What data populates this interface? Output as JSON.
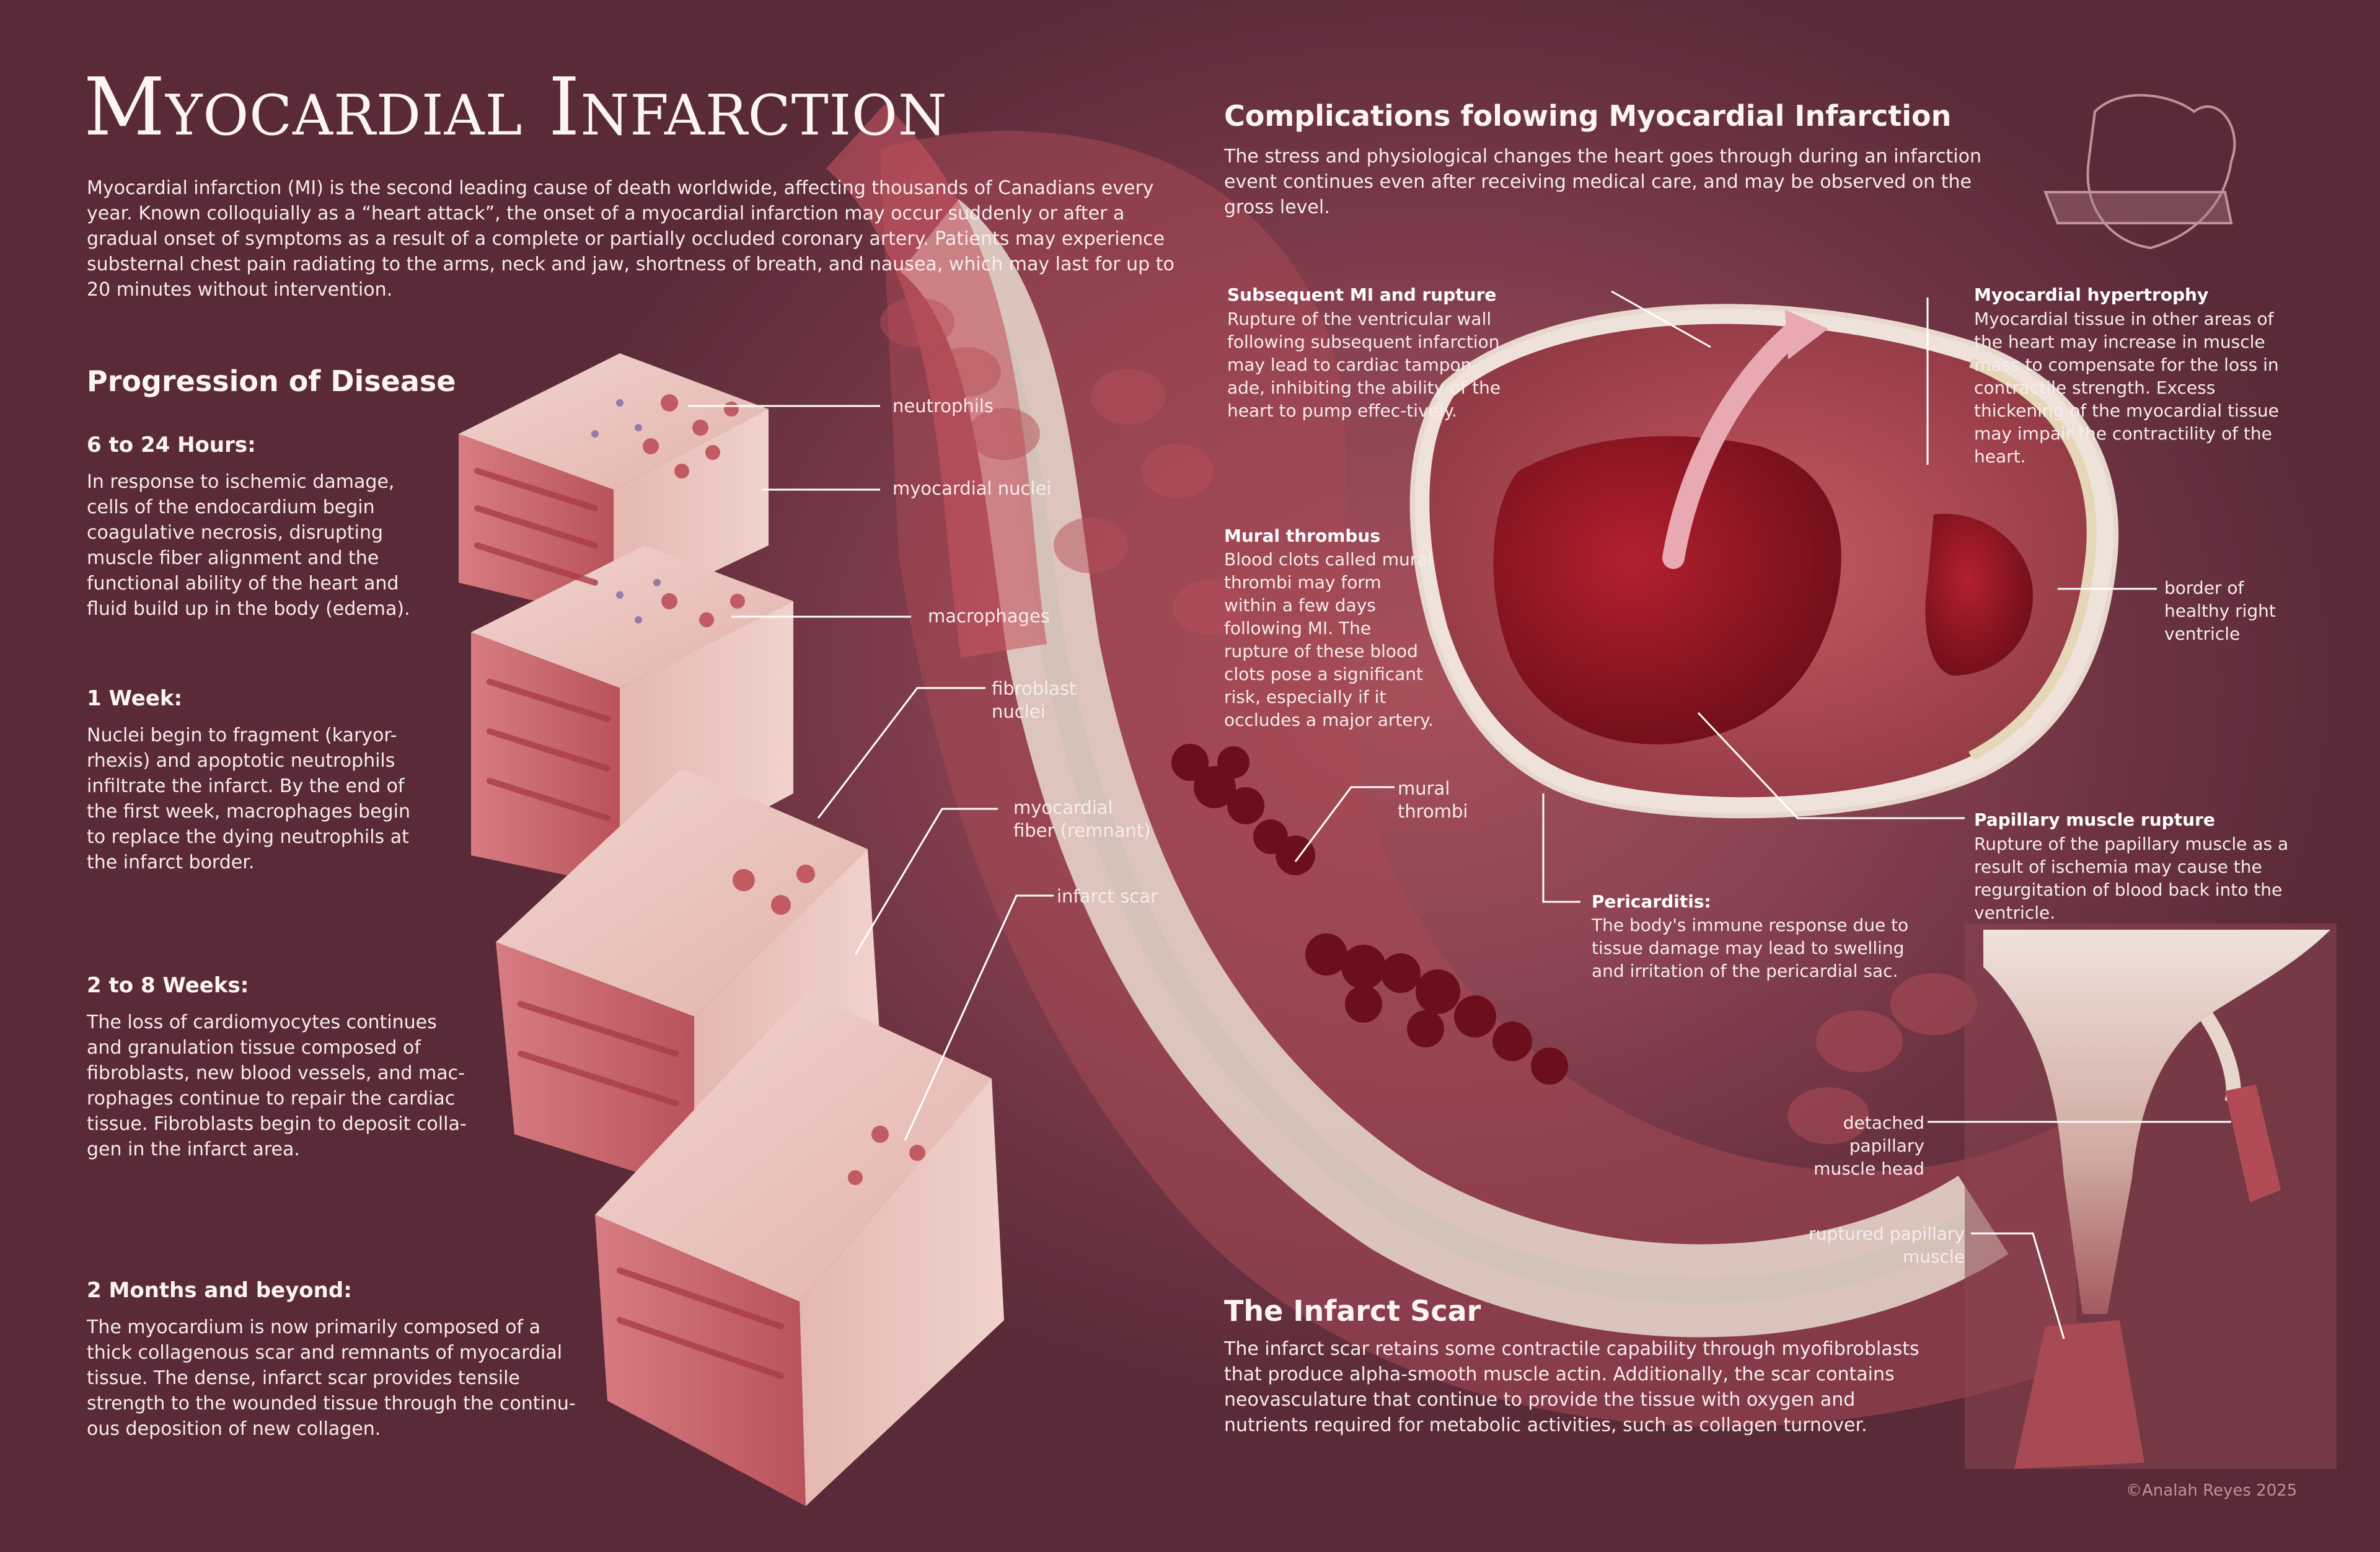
{
  "title": "Myocardial Infarction",
  "intro": "Myocardial infarction (MI) is the second leading cause of death worldwide, affecting thousands of Canadians every year. Known colloquially as a “heart attack”, the onset of a myocardial infarction may occur suddenly or after a gradual onset of symptoms as a result of a complete or partially occluded coronary artery. Patients may experience substernal chest pain radiating to the arms, neck and jaw, shortness of breath, and nausea, which may last for up to 20 minutes without intervention.",
  "progression": {
    "heading": "Progression of Disease",
    "stages": [
      {
        "title": "6 to 24 Hours:",
        "text": "In response to ischemic damage, cells of the endocardium begin coagulative necrosis, disrupting muscle fiber alignment and the functional ability of the heart and fluid build up in the body (edema)."
      },
      {
        "title": "1 Week:",
        "text": "Nuclei begin to fragment (karyor-rhexis) and apoptotic neutrophils infiltrate the infarct. By the end of the first week, macrophages begin to replace the dying neutrophils at the infarct border."
      },
      {
        "title": "2 to 8 Weeks:",
        "text": "The loss of cardiomyocytes continues and granulation tissue composed of fibroblasts, new blood vessels, and mac-rophages continue to repair the cardiac tissue. Fibroblasts begin to deposit colla-gen in the infarct area."
      },
      {
        "title": "2 Months and beyond:",
        "text": "The myocardium is now primarily composed of a thick collagenous scar and remnants of myocardial tissue. The dense, infarct scar provides tensile strength to the wounded tissue through the continu-ous deposition of new collagen."
      }
    ]
  },
  "tissue_labels": {
    "neutrophils": "neutrophils",
    "myocardial_nuclei": "myocardial nuclei",
    "macrophages": "macrophages",
    "fibroblast_nuclei": "fibroblast nuclei",
    "myocardial_fiber": "myocardial fiber (remnant)",
    "infarct_scar": "infarct scar",
    "mural_thrombi": "mural thrombi"
  },
  "complications": {
    "heading": "Complications folowing Myocardial Infarction",
    "intro": "The stress and physiological changes the heart goes through during an infarction event continues even after receiving medical care, and may be observed on the gross level.",
    "rupture": {
      "title": "Subsequent MI and rupture",
      "text": "Rupture of the ventricular wall following subsequent infarction may lead to cardiac tampon-ade, inhibiting the ability of the heart to pump effec-tively."
    },
    "thrombus": {
      "title": "Mural thrombus",
      "text": "Blood clots called mural thrombi may form within a few days following MI. The rupture of these blood clots pose a significant risk, especially if it occludes a major artery."
    },
    "hypertrophy": {
      "title": "Myocardial hypertrophy",
      "text": "Myocardial tissue in other areas of the heart may increase in muscle mass to compensate for the loss in contractile strength. Excess thickening of the myocardial tissue may impair the contractility of the heart."
    },
    "border": "border of healthy right ventricle",
    "papillary": {
      "title": "Papillary muscle rupture",
      "text": "Rupture of the papillary muscle as a result of ischemia may cause the regurgitation of blood back into the ventricle."
    },
    "pericarditis": {
      "title": "Pericarditis:",
      "text": "The body's immune response due to tissue damage may lead to swelling and irritation of the pericardial sac."
    },
    "detached_head": "detached papillary muscle head",
    "ruptured_muscle": "ruptured papillary muscle"
  },
  "infarct_scar": {
    "heading": "The Infarct Scar",
    "text": "The infarct scar retains some contractile capability through myofibroblasts that produce alpha-smooth muscle actin. Additionally, the scar contains neovasculature that continue to provide the tissue with oxygen and nutrients required for metabolic activities, such as collagen turnover."
  },
  "credit": "©Analah Reyes 2025",
  "colors": {
    "background": "#7a3a49",
    "muscle": "#c4525e",
    "scar": "#f0e2dc",
    "blood": "#8e1422"
  }
}
